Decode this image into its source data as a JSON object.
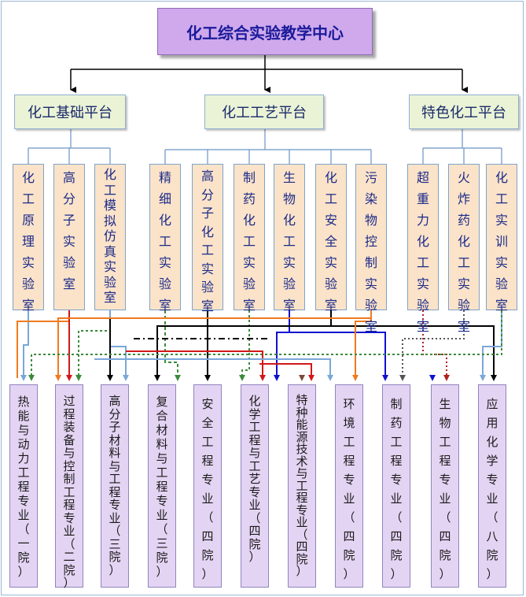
{
  "center": "化工综合实验教学中心",
  "platforms": [
    {
      "label": "化工基础平台"
    },
    {
      "label": "化工工艺平台"
    },
    {
      "label": "特色化工平台"
    }
  ],
  "labs": [
    {
      "label": "化\n工\n原\n理\n实\n验\n室"
    },
    {
      "label": "高\n分\n子\n实\n验\n室"
    },
    {
      "label": "化\n工\n模\n拟\n仿\n真\n实\n验\n室"
    },
    {
      "label": "精\n细\n化\n工\n实\n验\n室"
    },
    {
      "label": "高\n分\n子\n化\n工\n实\n验\n室"
    },
    {
      "label": "制\n药\n化\n工\n实\n验\n室"
    },
    {
      "label": "生\n物\n化\n工\n实\n验\n室"
    },
    {
      "label": "化\n工\n安\n全\n实\n验\n室"
    },
    {
      "label": "污\n染\n物\n控\n制\n实\n验\n室"
    },
    {
      "label": "超\n重\n力\n化\n工\n实\n验\n室"
    },
    {
      "label": "火\n炸\n药\n化\n工\n实\n验\n室"
    },
    {
      "label": "化\n工\n实\n训\n实\n验\n室"
    }
  ],
  "majors": [
    {
      "label": "热\n能\n与\n动\n力\n工\n程\n专\n业\n（\n一\n院\n）"
    },
    {
      "label": "过\n程\n装\n备\n与\n控\n制\n工\n程\n专\n业\n（\n二\n院\n）"
    },
    {
      "label": "高\n分\n子\n材\n料\n与\n工\n程\n专\n业\n（\n三\n院\n）"
    },
    {
      "label": "复\n合\n材\n料\n与\n工\n程\n专\n业\n（\n三\n院\n）"
    },
    {
      "label": "安\n全\n工\n程\n专\n业\n（\n四\n院\n）"
    },
    {
      "label": "化\n学\n工\n程\n与\n工\n艺\n专\n业\n（\n四\n院\n）"
    },
    {
      "label": "特\n种\n能\n源\n技\n术\n与\n工\n程\n专\n业\n（\n四\n院\n）"
    },
    {
      "label": "环\n境\n工\n程\n专\n业\n（\n四\n院\n）"
    },
    {
      "label": "制\n药\n工\n程\n专\n业\n（\n四\n院\n）"
    },
    {
      "label": "生\n物\n工\n程\n专\n业\n（\n四\n院\n）"
    },
    {
      "label": "应\n用\n化\n学\n专\n业\n（\n八\n院\n）"
    }
  ]
}
